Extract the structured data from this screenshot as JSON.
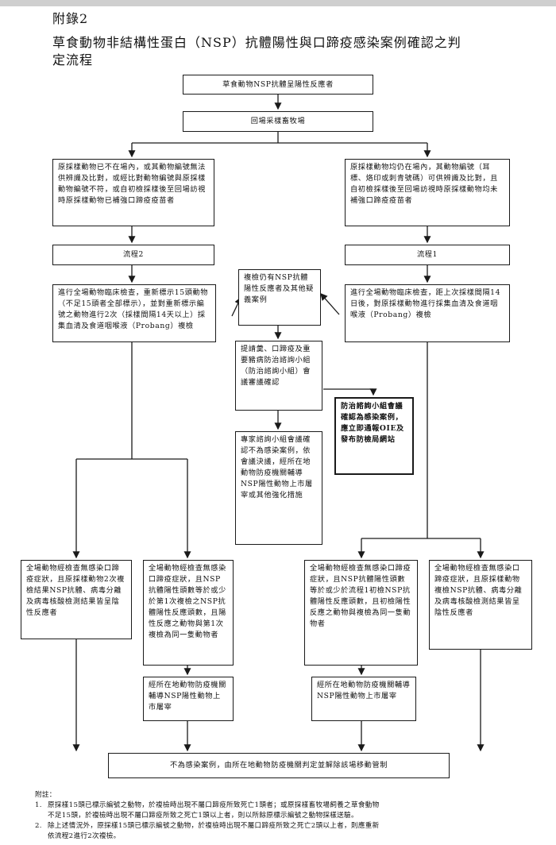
{
  "header": {
    "appendix": "附錄2",
    "title_line1": "草食動物非結構性蛋白（NSP）抗體陽性與口蹄疫感染案例確認之判",
    "title_line2": "定流程"
  },
  "boxes": {
    "start": "草食動物NSP抗體呈陽性反應者",
    "source": "回場采樣畜牧場",
    "cond_left": "原採樣動物已不在場內，或其動物編號無法供辨識及比對，或經比對動物編號與原採樣動物編號不符，或自初檢採樣後至回場訪視時原採樣動物已補強口蹄疫疫苗者",
    "cond_right": "原採樣動物均仍在場內，其動物編號（耳標、烙印或刺青號碼）可供辨識及比對，且自初檢採樣後至回場訪視時原採樣動物均未補強口蹄疫疫苗者",
    "flow2": "流程2",
    "flow1": "流程1",
    "flow2_action": "進行全場動物臨床檢查，重新標示15頭動物（不足15頭者全部標示），並對重新標示編號之動物進行2次（採樣間隔14天以上）採集血清及食道咽喉液（Probang）複檢",
    "flow1_action": "進行全場動物臨床檢查，距上次採樣間隔14日後，對原採樣動物進行採集血清及食道咽喉液（Probang）複檢",
    "suspect": "複檢仍有NSP抗體陽性反應者及其他疑義案例",
    "committee": "提請羹、口蹄疫及重要豬病防治諮詢小組（防治諮詢小組）會議審議確認",
    "confirmed": "防治諮詢小組會議確認為感染案例，應立即通報OIE及發布防檢局網站",
    "not_infection": "專家諮詢小組會議確認不為感染案例，依會議決議，經所在地動物防疫機關輔導NSP陽性動物上市屠宰或其他強化措施",
    "out_l1": "全場動物經檢查無感染口蹄疫症狀，且原採樣動物2次複檢結果NSP抗體、病毒分離及病毒核酸檢測結果皆呈陰性反應者",
    "out_l2": "全場動物經檢查無感染口蹄疫症狀，且NSP抗體陽性頭數等於或少於第1次複檢之NSP抗體陽性反應頭數，且陽性反應之動物與第1次複檢為同一隻動物者",
    "out_r1": "全場動物經檢查無感染口蹄疫症狀，且NSP抗體陽性頭數等於或少於流程1初檢NSP抗體陽性反應頭數，且初檢陽性反應之動物與複檢為同一隻動物者",
    "out_r2": "全場動物經檢查無感染口蹄疫症狀，且原採樣動物複檢NSP抗體、病毒分離及病毒核酸檢測結果皆呈陰性反應者",
    "sub_l2": "經所在地動物防疫機關輔導NSP陽性動物上市屠宰",
    "sub_r1": "經所在地動物防疫機關輔導NSP陽性動物上市屠宰",
    "final": "不為感染案例，由所在地動物防疫機關判定並解除該場移動管制"
  },
  "notes": {
    "label": "附註：",
    "items": [
      {
        "num": "1.",
        "text": "原採樣15頭已標示編號之動物，於複檢時出現不屬口蹄疫所致死亡1頭者；或原採樣畜牧場飼養之草食動物\n不足15頭，於複檢時出現不屬口蹄疫所致之死亡1頭以上者，則以所餘原標示編號之動物採樣送驗。"
      },
      {
        "num": "2.",
        "text": "除上述情況外，原採樣15頭已標示編號之動物，於複檢時出現不屬口蹄疫所致之死亡2頭以上者，則應重新\n依流程2進行2次複檢。"
      }
    ]
  }
}
